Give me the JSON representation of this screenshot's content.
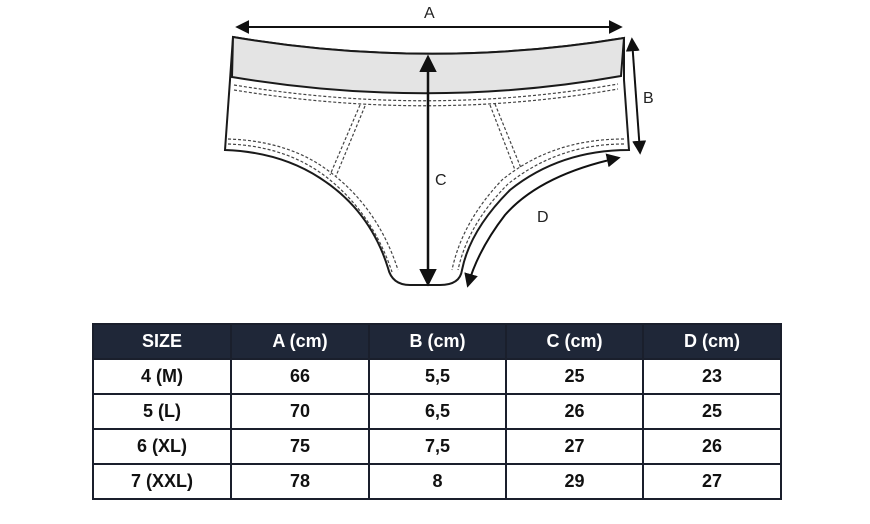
{
  "diagram": {
    "label_a": "A",
    "label_b": "B",
    "label_c": "C",
    "label_d": "D"
  },
  "table": {
    "headers": [
      "SIZE",
      "A (cm)",
      "B (cm)",
      "C (cm)",
      "D (cm)"
    ],
    "rows": [
      [
        "4 (M)",
        "66",
        "5,5",
        "25",
        "23"
      ],
      [
        "5 (L)",
        "70",
        "6,5",
        "26",
        "25"
      ],
      [
        "6 (XL)",
        "75",
        "7,5",
        "27",
        "26"
      ],
      [
        "7 (XXL)",
        "78",
        "8",
        "29",
        "27"
      ]
    ]
  },
  "colors": {
    "header_bg": "#1f2738",
    "waistband": "#e4e4e4",
    "outline": "#1a1a1a"
  }
}
